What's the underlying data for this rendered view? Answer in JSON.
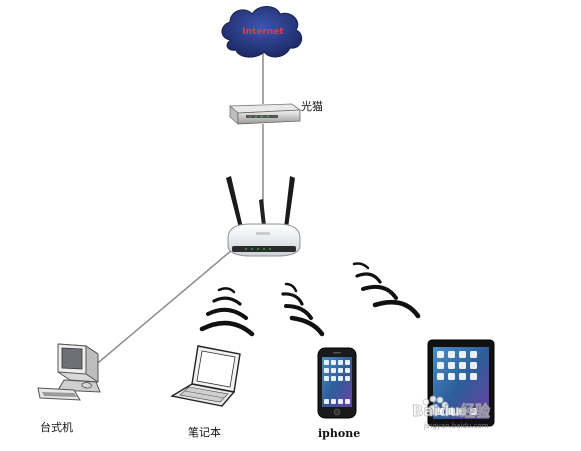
{
  "cloud": {
    "label": "Internet"
  },
  "modem": {
    "label": "光猫"
  },
  "devices": {
    "desktop": {
      "label": "台式机"
    },
    "laptop": {
      "label": "笔记本"
    },
    "phone": {
      "label": "iphone"
    },
    "tablet": {
      "label": "iPad"
    }
  },
  "watermark": {
    "brand": "Baidu经验",
    "url": "jingyan.baidu.com"
  },
  "colors": {
    "cloud": "#2a3d8f",
    "cable": "#8a8a8a",
    "waves": "#111111",
    "watermark": "#e8e8e8"
  }
}
